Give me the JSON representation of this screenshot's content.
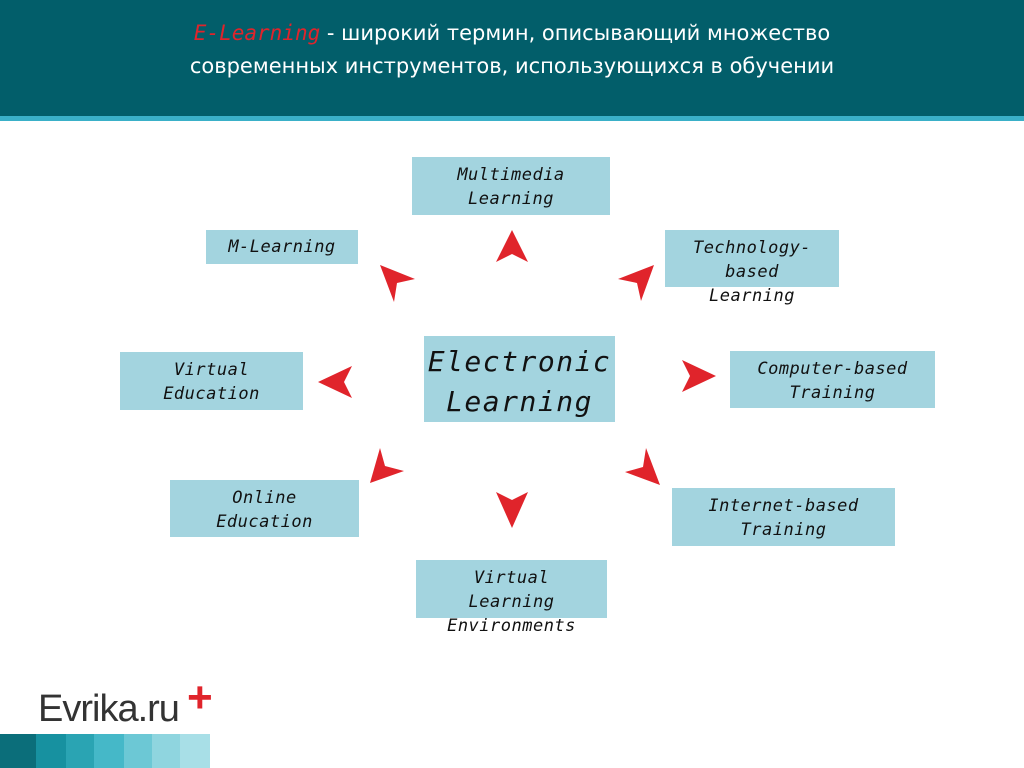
{
  "header": {
    "accent": "E-Learning",
    "line1_rest": " - широкий термин, описывающий множество",
    "line2": "современных инструментов, использующихся в обучении"
  },
  "diagram": {
    "center": "Electronic\nLearning",
    "nodes": {
      "multimedia": "Multimedia\nLearning",
      "technology": "Technology-\nbased\nLearning",
      "computer": "Computer-based\nTraining",
      "internet": "Internet-based\nTraining",
      "vle": "Virtual\nLearning\nEnvironments",
      "online": "Online\nEducation",
      "virtual_ed": "Virtual\nEducation",
      "mlearning": "M-Learning"
    }
  },
  "logo": {
    "text": "Evrika.ru",
    "plus": "+"
  },
  "colors": {
    "header_bg": "#025e6a",
    "header_rule": "#3ab0c8",
    "box_fill": "#a3d4df",
    "arrow": "#e0242b",
    "accent_text": "#e0242b",
    "footer_stripes": [
      "#0b6e7a",
      "#1791a0",
      "#2aa4b3",
      "#45b8c8",
      "#6cc8d5",
      "#8fd5df",
      "#a8dfe7"
    ]
  }
}
